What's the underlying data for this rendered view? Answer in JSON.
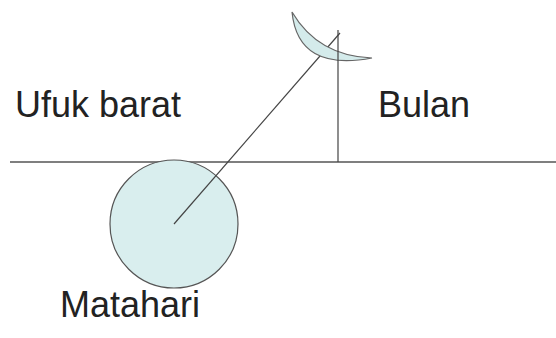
{
  "diagram": {
    "labels": [
      "Ufuk barat",
      "Bulan",
      "Matahari"
    ]
  }
}
